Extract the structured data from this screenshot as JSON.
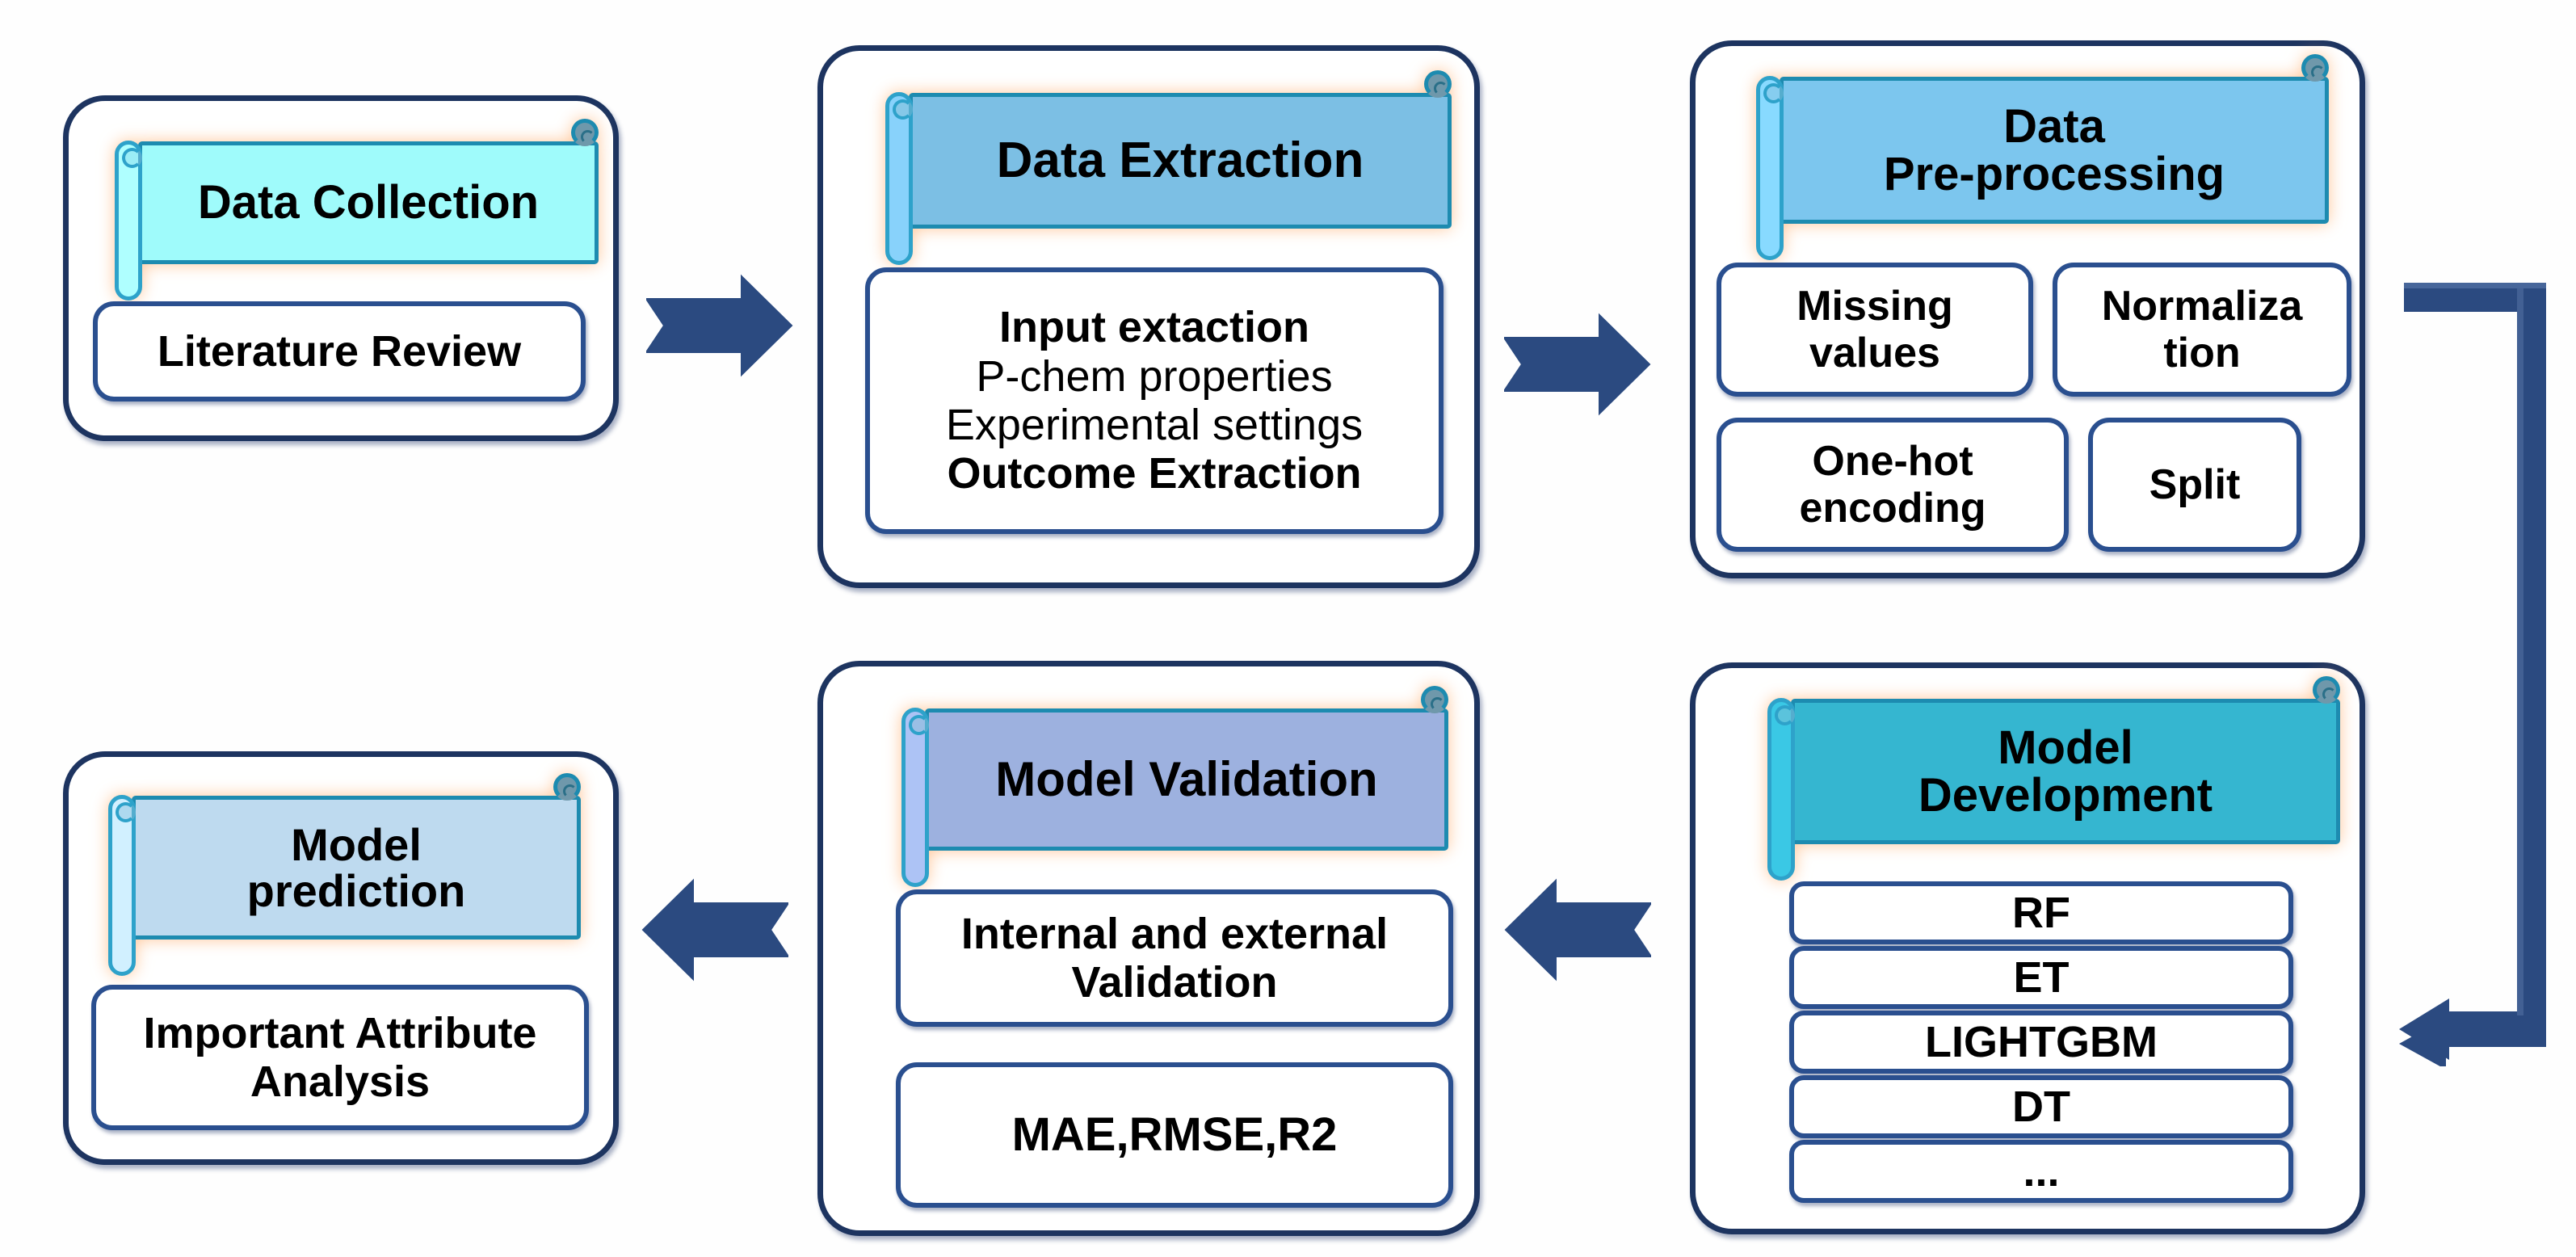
{
  "diagram": {
    "title_flow": "Machine learning workflow",
    "accent_navy": "#1d3460",
    "accent_blue": "#2a4f8f",
    "arrow_color": "#2b4a80",
    "banner_border": "#1d8bb0"
  },
  "stages": [
    {
      "id": "data-collection",
      "banner": "Data Collection",
      "banner_color": "#9FFBFB",
      "items": [
        {
          "lines": [
            "Literature Review"
          ],
          "bold": true
        }
      ]
    },
    {
      "id": "data-extraction",
      "banner": "Data Extraction",
      "banner_color": "#7CBFE4",
      "items": [
        {
          "lines": [
            "Input extaction",
            "P-chem properties",
            "Experimental settings",
            "Outcome  Extraction"
          ],
          "bold": true
        }
      ]
    },
    {
      "id": "data-pre-processing",
      "banner": "Data\nPre-processing",
      "banner_line1": "Data",
      "banner_line2": "Pre-processing",
      "banner_color": "#7CC6EE",
      "items": [
        {
          "lines": [
            "Missing",
            "values"
          ],
          "bold": true
        },
        {
          "lines": [
            "Normaliza",
            "tion"
          ],
          "bold": true
        },
        {
          "lines": [
            "One-hot",
            "encoding"
          ],
          "bold": true
        },
        {
          "lines": [
            "Split"
          ],
          "bold": true
        }
      ]
    },
    {
      "id": "model-development",
      "banner_line1": "Model",
      "banner_line2": "Development",
      "banner_color": "#35B6D0",
      "items": [
        {
          "lines": [
            "RF"
          ],
          "bold": true
        },
        {
          "lines": [
            "ET"
          ],
          "bold": true
        },
        {
          "lines": [
            "LIGHTGBM"
          ],
          "bold": true
        },
        {
          "lines": [
            "DT"
          ],
          "bold": true
        },
        {
          "lines": [
            "..."
          ],
          "bold": true
        }
      ]
    },
    {
      "id": "model-validation",
      "banner": "Model Validation",
      "banner_color": "#9DB1DF",
      "items": [
        {
          "lines": [
            "Internal and external",
            "Validation"
          ],
          "bold": true
        },
        {
          "lines": [
            "MAE,RMSE,R2"
          ],
          "bold": true
        }
      ]
    },
    {
      "id": "model-prediction",
      "banner_line1": "Model",
      "banner_line2": "prediction",
      "banner_color": "#BEDAEF",
      "items": [
        {
          "lines": [
            "Important Attribute",
            "Analysis"
          ],
          "bold": true
        }
      ]
    }
  ],
  "arrows": [
    {
      "id": "collection-to-extraction",
      "direction": "right"
    },
    {
      "id": "extraction-to-preprocessing",
      "direction": "right"
    },
    {
      "id": "preprocessing-to-development-loop",
      "direction": "left-elbow"
    },
    {
      "id": "development-to-validation",
      "direction": "left"
    },
    {
      "id": "validation-to-prediction",
      "direction": "left"
    }
  ]
}
